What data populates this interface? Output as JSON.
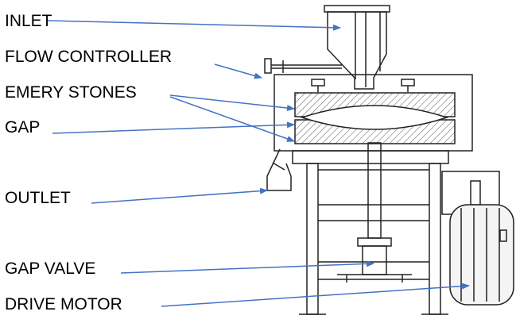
{
  "labels": {
    "inlet": "INLET",
    "flow_controller": "FLOW CONTROLLER",
    "emery_stones": "EMERY STONES",
    "gap": "GAP",
    "outlet": "OUTLET",
    "gap_valve": "GAP VALVE",
    "drive_motor": "DRIVE MOTOR"
  },
  "colors": {
    "arrow": "#4472C4",
    "machine_line": "#222222",
    "hatch": "#555555",
    "motor_fill": "#f4f4f4"
  }
}
